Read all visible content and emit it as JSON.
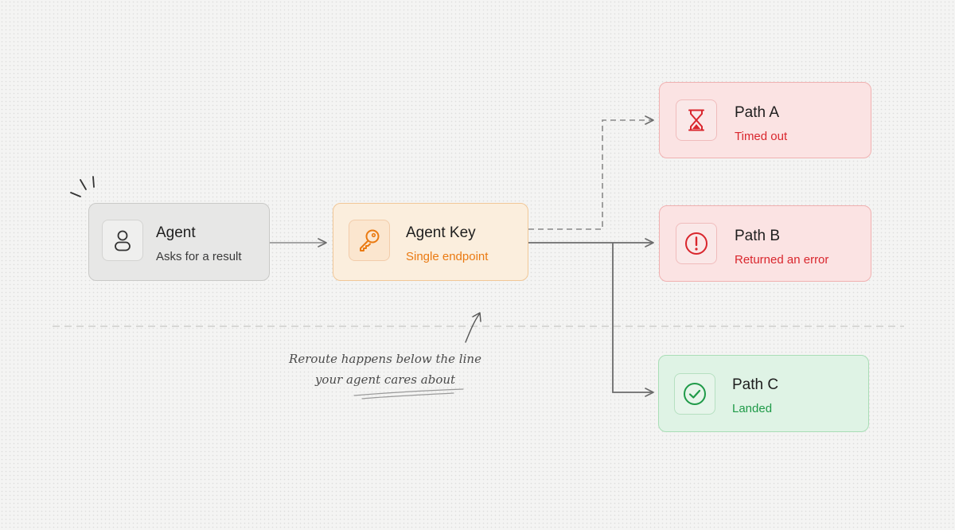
{
  "nodes": {
    "agent": {
      "title": "Agent",
      "subtitle": "Asks for a result",
      "icon": "user-icon"
    },
    "agent_key": {
      "title": "Agent Key",
      "subtitle": "Single endpoint",
      "icon": "key-icon"
    },
    "path_a": {
      "title": "Path A",
      "subtitle": "Timed out",
      "icon": "hourglass-icon",
      "status": "timeout"
    },
    "path_b": {
      "title": "Path B",
      "subtitle": "Returned an error",
      "icon": "error-icon",
      "status": "error"
    },
    "path_c": {
      "title": "Path C",
      "subtitle": "Landed",
      "icon": "check-circle-icon",
      "status": "success"
    }
  },
  "edges": [
    {
      "from": "agent",
      "to": "agent_key",
      "style": "solid"
    },
    {
      "from": "agent_key",
      "to": "path_a",
      "style": "dashed"
    },
    {
      "from": "agent_key",
      "to": "path_b",
      "style": "solid"
    },
    {
      "from": "agent_key",
      "to": "path_c",
      "style": "solid"
    }
  ],
  "annotation": {
    "line1": "Reroute happens below the line",
    "line2": "your agent cares about"
  },
  "colors": {
    "neutral": "#e7e7e6",
    "accent_orange": "#ea7a12",
    "error_red": "#d9262d",
    "success_green": "#1f9a48",
    "wire": "#6b6b6b"
  }
}
